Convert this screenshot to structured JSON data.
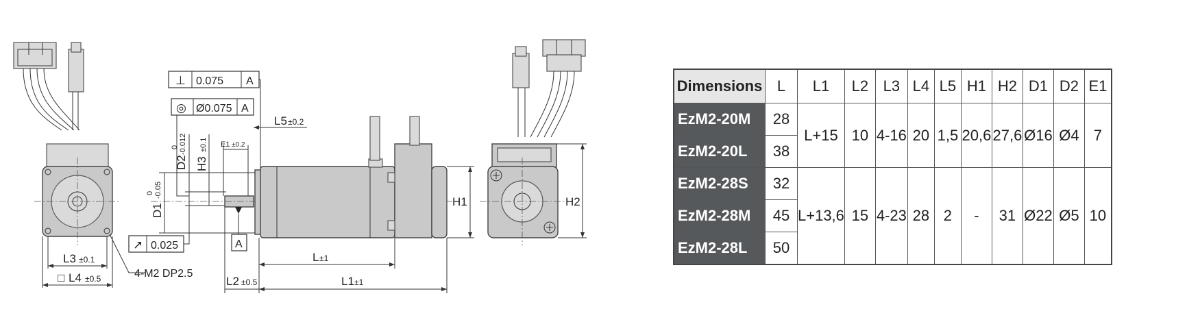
{
  "views": {
    "front": {
      "dim_l3": "L3",
      "dim_l3_tol": "±0.1",
      "dim_l4_square": "□",
      "dim_l4": "L4",
      "dim_l4_tol": "±0.5",
      "hole_note": "4-M2 DP2.5"
    },
    "side": {
      "perp_symbol": "⊥",
      "perp_value": "0.075",
      "perp_datum": "A",
      "conc_symbol": "◎",
      "conc_value": "Ø0.075",
      "conc_datum": "A",
      "runout_symbol": "↗",
      "runout_value": "0.025",
      "datum_label": "A",
      "dim_l5": "L5",
      "dim_l5_tol": "±0.2",
      "dim_e1": "E1",
      "dim_e1_tol": "±0.2",
      "dim_h3": "H3",
      "dim_h3_tol": "±0.1",
      "dim_d2": "D2",
      "dim_d2_tol_upper": "0",
      "dim_d2_tol_lower": "-0.012",
      "dim_d1": "D1",
      "dim_d1_tol_upper": "0",
      "dim_d1_tol_lower": "-0.05",
      "dim_h1": "H1",
      "dim_l": "L",
      "dim_l_tol": "±1",
      "dim_l2": "L2",
      "dim_l2_tol": "±0.5",
      "dim_l1": "L1",
      "dim_l1_tol": "±1"
    },
    "rear": {
      "dim_h2": "H2"
    }
  },
  "table": {
    "headers": [
      "Dimensions",
      "L",
      "L1",
      "L2",
      "L3",
      "L4",
      "L5",
      "H1",
      "H2",
      "D1",
      "D2",
      "E1"
    ],
    "models": [
      "EzM2-20M",
      "EzM2-20L",
      "EzM2-28S",
      "EzM2-28M",
      "EzM2-28L"
    ],
    "lengths": [
      "28",
      "38",
      "32",
      "45",
      "50"
    ],
    "group_20": [
      "L+15",
      "10",
      "4-16",
      "20",
      "1,5",
      "20,6",
      "27,6",
      "Ø16",
      "Ø4",
      "7"
    ],
    "group_28": [
      "L+13,6",
      "15",
      "4-23",
      "28",
      "2",
      "-",
      "31",
      "Ø22",
      "Ø5",
      "10"
    ]
  }
}
